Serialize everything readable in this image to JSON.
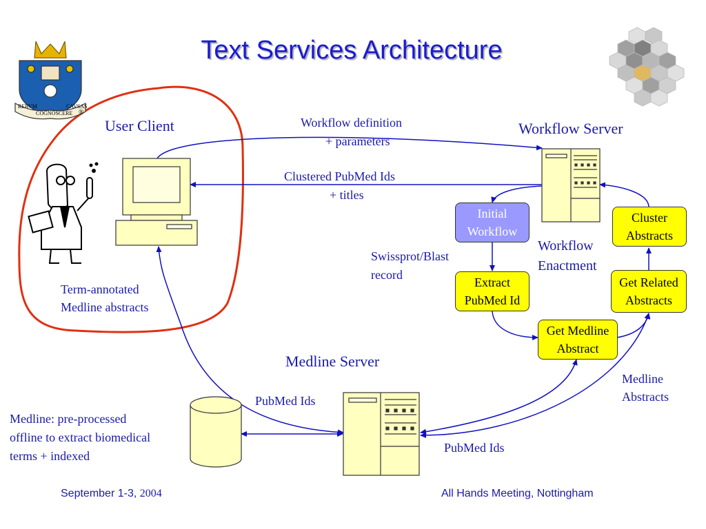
{
  "title": "Text Services Architecture",
  "crest": {
    "motto_left": "RERVM",
    "motto_mid": "COGNOSCERE",
    "motto_right": "CAVSAS",
    "registered": "®"
  },
  "labels": {
    "user_client": "User Client",
    "workflow_server": "Workflow Server",
    "medline_server": "Medline Server",
    "workflow_definition_l1": "Workflow definition",
    "workflow_definition_l2": "+ parameters",
    "clustered_l1": "Clustered PubMed Ids",
    "clustered_l2": "+ titles",
    "swissprot_l1": "Swissprot/Blast",
    "swissprot_l2": "record",
    "enactment_l1": "Workflow",
    "enactment_l2": "Enactment",
    "term_annotated_l1": "Term-annotated",
    "term_annotated_l2": "Medline abstracts",
    "pubmed_ids_left": "PubMed Ids",
    "pubmed_ids_right": "PubMed Ids",
    "medline_abstracts_l1": "Medline",
    "medline_abstracts_l2": "Abstracts",
    "medline_db_l1": "Medline: pre-processed",
    "medline_db_l2": "offline to extract biomedical",
    "medline_db_l3": "terms + indexed"
  },
  "boxes": {
    "initial_workflow": "Initial\nWorkflow",
    "extract_pubmed": "Extract\nPubMed Id",
    "get_medline": "Get Medline\nAbstract",
    "get_related": "Get Related\nAbstracts",
    "cluster": "Cluster\nAbstracts"
  },
  "footer": {
    "date_prefix": "September 1-3, ",
    "date_year": "2004",
    "event": "All Hands Meeting, Nottingham"
  },
  "colors": {
    "arrow": "#1010c0",
    "box_yellow": "#ffff00",
    "box_purple": "#9999ff",
    "computer": "#ffffc0",
    "lasso": "#e03010",
    "title": "#1a1ad6"
  }
}
